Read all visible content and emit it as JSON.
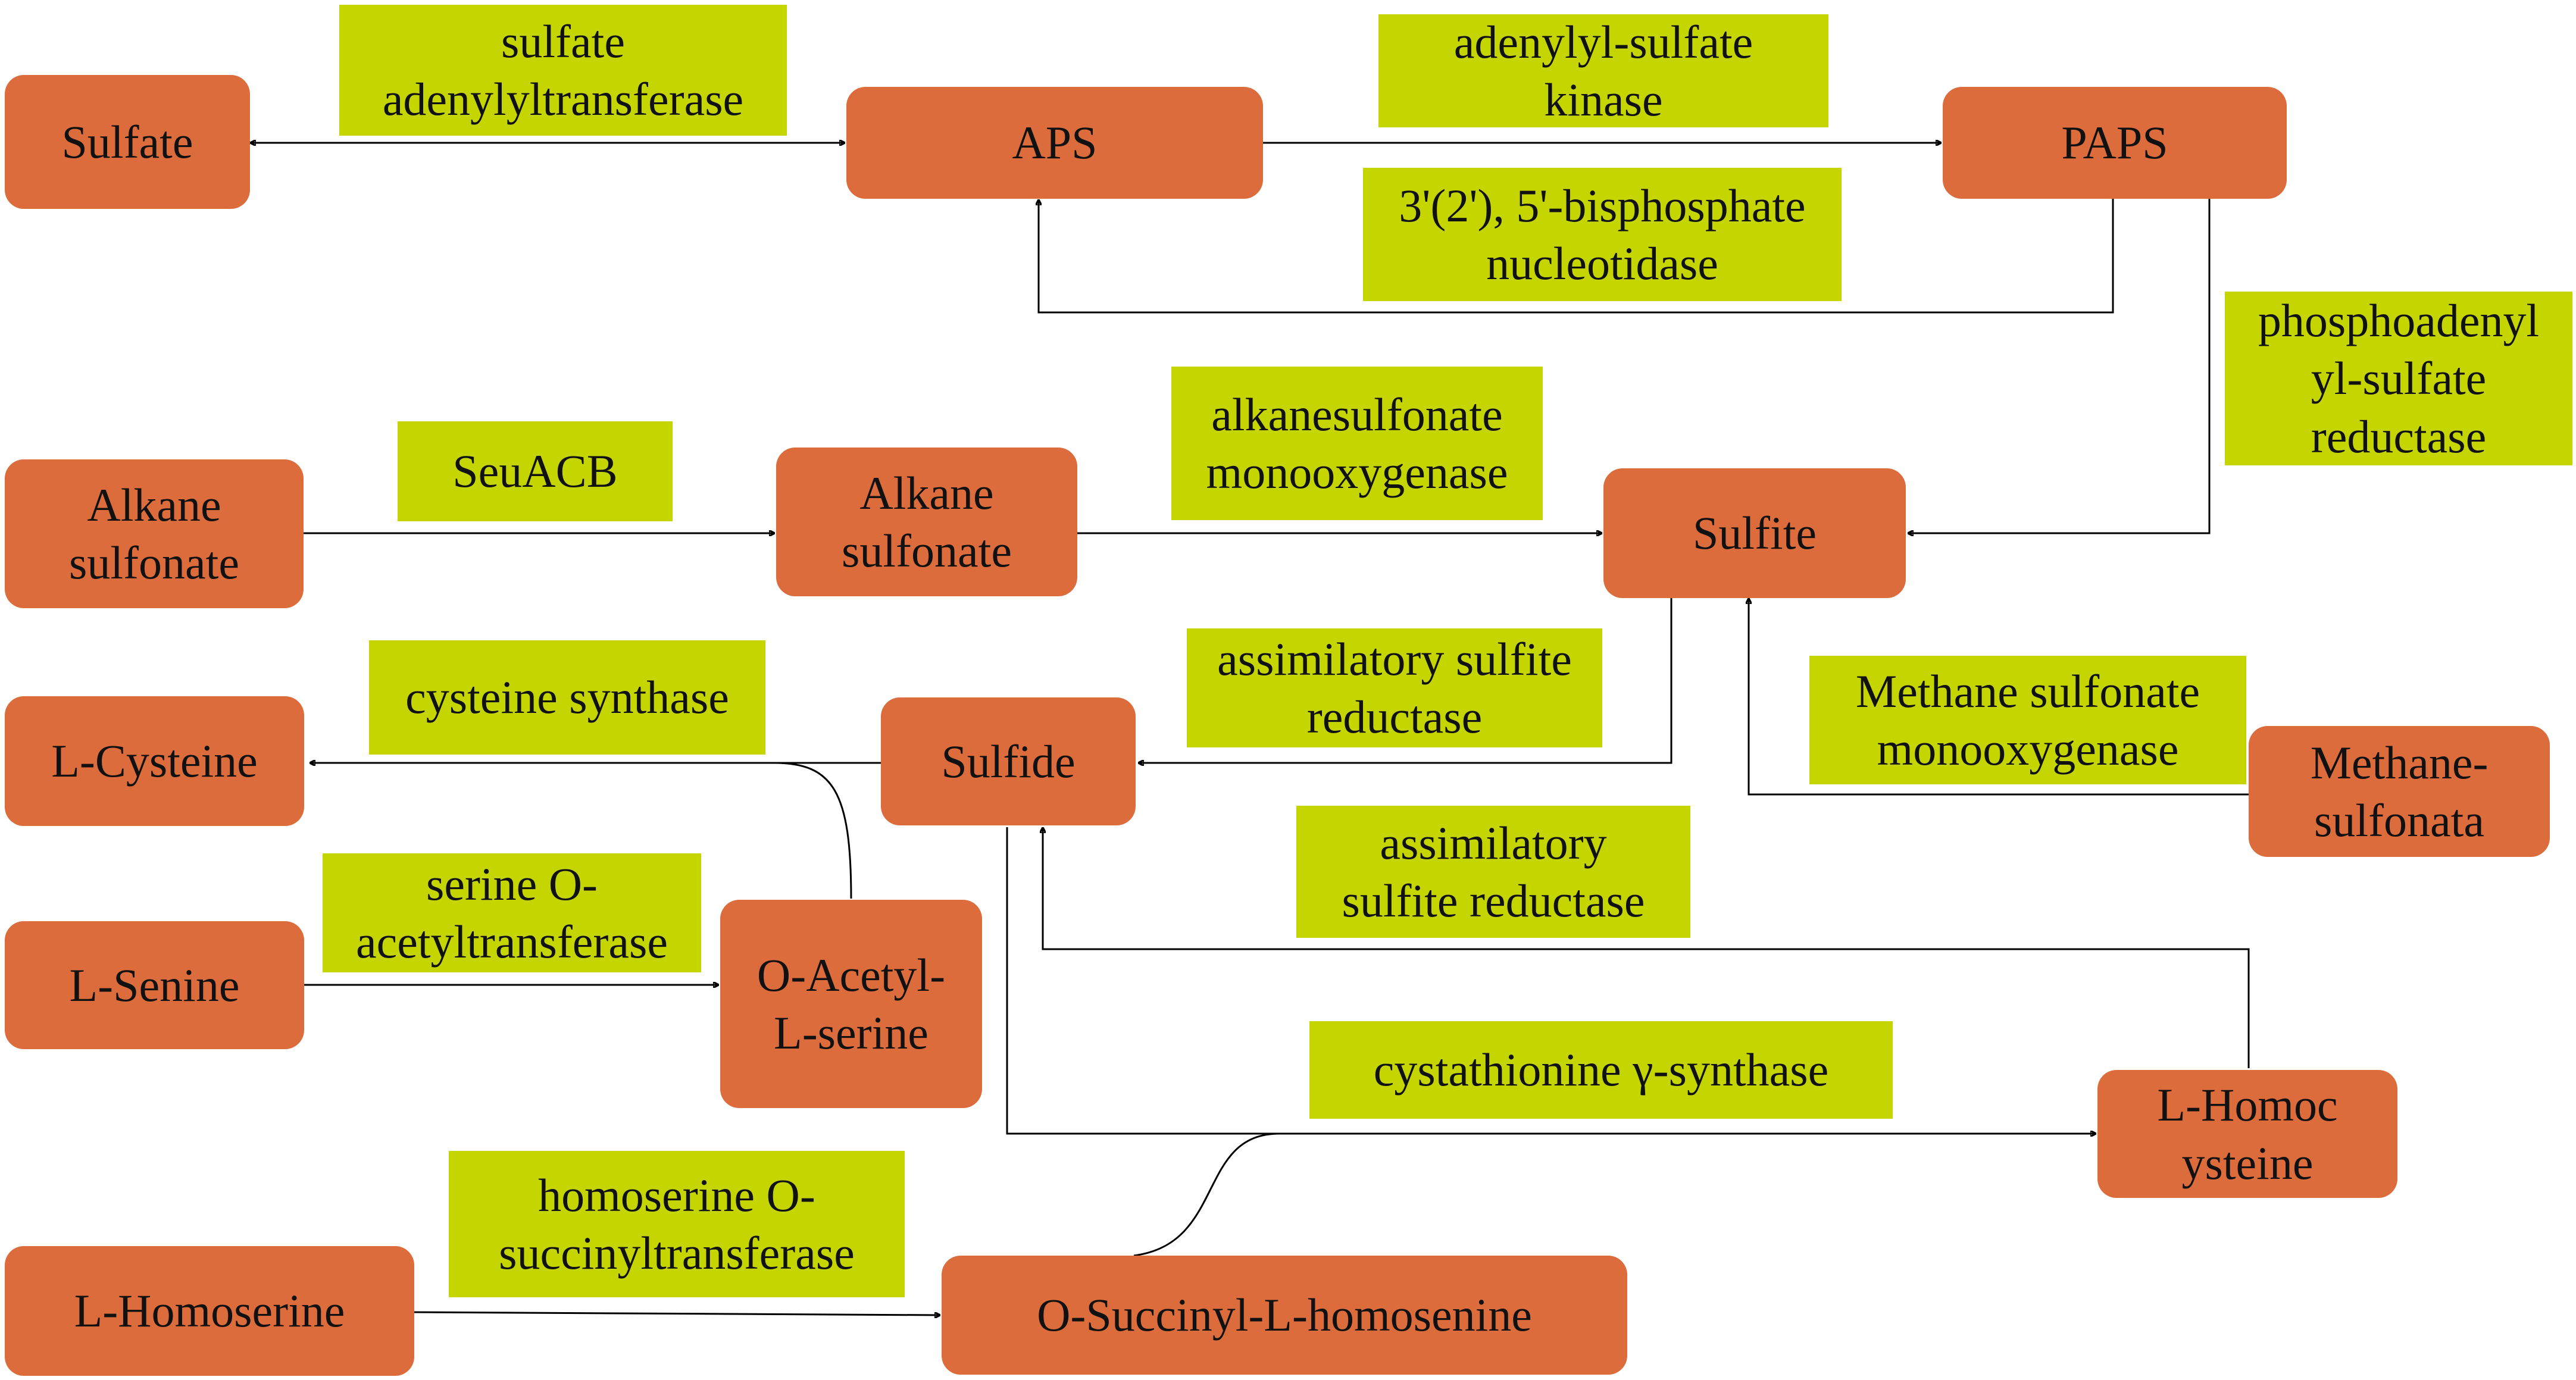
{
  "colors": {
    "metabolite": "#dc6c3c",
    "enzyme": "#c5d500",
    "edge": "#000000"
  },
  "metabolites": {
    "sulfate": "Sulfate",
    "aps": "APS",
    "paps": "PAPS",
    "alkane_sulfonate_1": "Alkane\nsulfonate",
    "alkane_sulfonate_2": "Alkane\nsulfonate",
    "sulfite": "Sulfite",
    "l_cysteine": "L-Cysteine",
    "sulfide": "Sulfide",
    "methane_sulfonata": "Methane-\nsulfonata",
    "l_senine": "L-Senine",
    "o_acetyl_l_serine": "O-Acetyl-\nL-serine",
    "l_homocysteine": "L-Homoc\nysteine",
    "l_homoserine": "L-Homoserine",
    "o_succinyl_l_homosenine": "O-Succinyl-L-homosenine"
  },
  "enzymes": {
    "sulfate_adenylyltransferase": "sulfate\nadenylyltransferase",
    "adenylyl_sulfate_kinase": "adenylyl-sulfate\nkinase",
    "bisphosphate_nucleotidase": "3'(2'), 5'-bisphosphate\nnucleotidase",
    "phosphoadenylyl_sulfate_reductase": "phosphoadenyl\nyl-sulfate\nreductase",
    "seuacb": "SeuACB",
    "alkanesulfonate_monooxygenase": "alkanesulfonate\nmonooxygenase",
    "assimilatory_sulfite_reductase_1": "assimilatory sulfite\nreductase",
    "cysteine_synthase": "cysteine synthase",
    "methane_sulfonate_monooxygenase": "Methane sulfonate\nmonooxygenase",
    "assimilatory_sulfite_reductase_2": "assimilatory\nsulfite reductase",
    "serine_o_acetyltransferase": "serine O-\nacetyltransferase",
    "cystathionine_gamma_synthase": "cystathionine γ-synthase",
    "homoserine_o_succinyltransferase": "homoserine O-\nsuccinyltransferase"
  }
}
